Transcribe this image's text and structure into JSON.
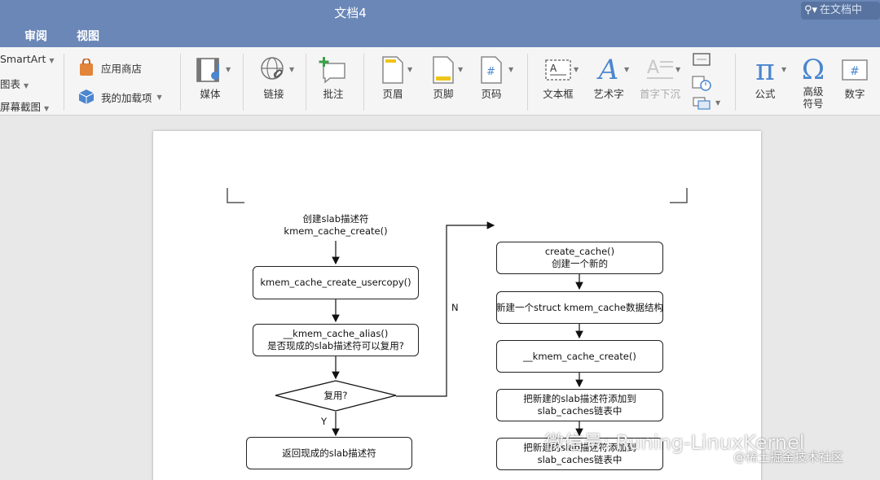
{
  "window": {
    "title": "文档4"
  },
  "search": {
    "placeholder": "在文档中"
  },
  "tabs": [
    "审阅",
    "视图"
  ],
  "ribbon": {
    "left_items": [
      "SmartArt",
      "图表",
      "屏幕截图"
    ],
    "store": "应用商店",
    "addins": "我的加载项",
    "buttons": {
      "media": "媒体",
      "link": "链接",
      "comment": "批注",
      "header": "页眉",
      "footer": "页脚",
      "page_number": "页码",
      "textbox": "文本框",
      "wordart": "艺术字",
      "dropcap": "首字下沉",
      "equation": "公式",
      "symbol_line1": "高级",
      "symbol_line2": "符号",
      "number": "数字"
    }
  },
  "flowchart": {
    "start_line1": "创建slab描述符",
    "start_line2": "kmem_cache_create()",
    "usercopy": "kmem_cache_create_usercopy()",
    "alias_line1": "__kmem_cache_alias()",
    "alias_line2": "是否现成的slab描述符可以复用?",
    "decision": "复用?",
    "yes": "Y",
    "no": "N",
    "return_existing": "返回现成的slab描述符",
    "create_cache_line1": "create_cache()",
    "create_cache_line2": "创建一个新的",
    "new_struct": "新建一个struct kmem_cache数据结构",
    "kmem_create": "__kmem_cache_create()",
    "add_line1": "把新建的slab描述符添加到",
    "add_line2": "slab_caches链表中",
    "add2_line1": "把新建的slab描述符添加到",
    "add2_line2": "slab_caches链表中"
  },
  "watermark": {
    "main": "微信号: Runing-LinuxKernel",
    "small": "@稀土掘金技术社区"
  }
}
